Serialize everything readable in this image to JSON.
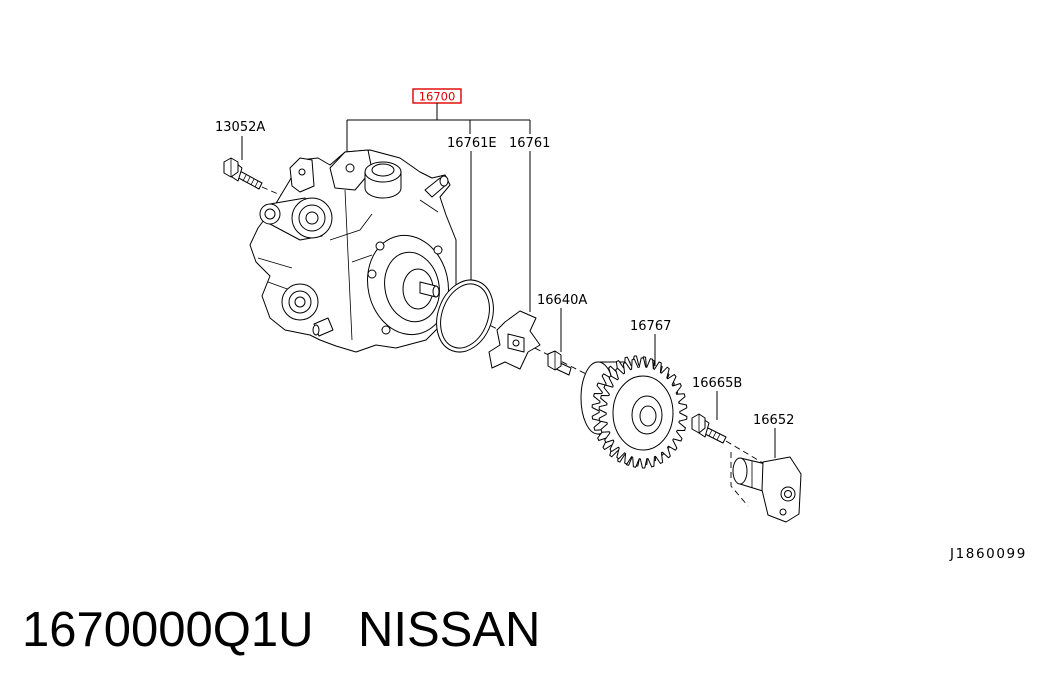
{
  "diagram": {
    "assembly_label": "16700",
    "highlight_color": "#e00000",
    "labels": {
      "pump_bolt": "13052A",
      "o_ring": "16761E",
      "coupling": "16761",
      "nut": "16640A",
      "gear": "16767",
      "sensor_bolt": "16665B",
      "sensor": "16652"
    },
    "reference_code": "J1860099"
  },
  "footer": {
    "part_number": "1670000Q1U",
    "brand": "NISSAN"
  }
}
